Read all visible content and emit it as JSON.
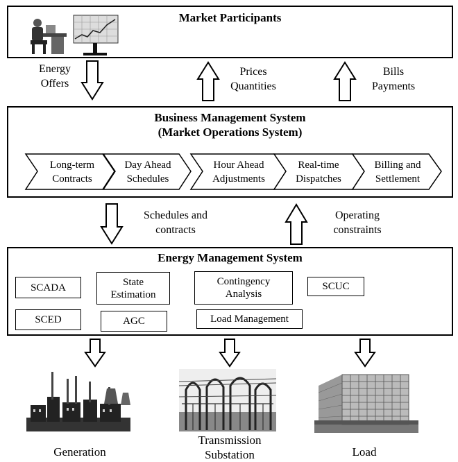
{
  "market": {
    "title": "Market Participants"
  },
  "flows_top": {
    "energy_offers": [
      "Energy",
      "Offers"
    ],
    "prices_quantities": [
      "Prices",
      "Quantities"
    ],
    "bills_payments": [
      "Bills",
      "Payments"
    ]
  },
  "bms": {
    "title1": "Business Management System",
    "title2": "(Market Operations System)",
    "steps": [
      [
        "Long-term",
        "Contracts"
      ],
      [
        "Day Ahead",
        "Schedules"
      ],
      [
        "Hour Ahead",
        "Adjustments"
      ],
      [
        "Real-time",
        "Dispatches"
      ],
      [
        "Billing and",
        "Settlement"
      ]
    ]
  },
  "flows_mid": {
    "schedules": [
      "Schedules and",
      "contracts"
    ],
    "constraints": [
      "Operating",
      "constraints"
    ]
  },
  "ems": {
    "title": "Energy Management System",
    "scada": "SCADA",
    "state_estimation": [
      "State",
      "Estimation"
    ],
    "contingency": [
      "Contingency",
      "Analysis"
    ],
    "scuc": "SCUC",
    "sced": "SCED",
    "agc": "AGC",
    "load_mgmt": "Load Management"
  },
  "bottom": {
    "generation": "Generation",
    "transmission": [
      "Transmission",
      "Substation"
    ],
    "load": "Load"
  }
}
